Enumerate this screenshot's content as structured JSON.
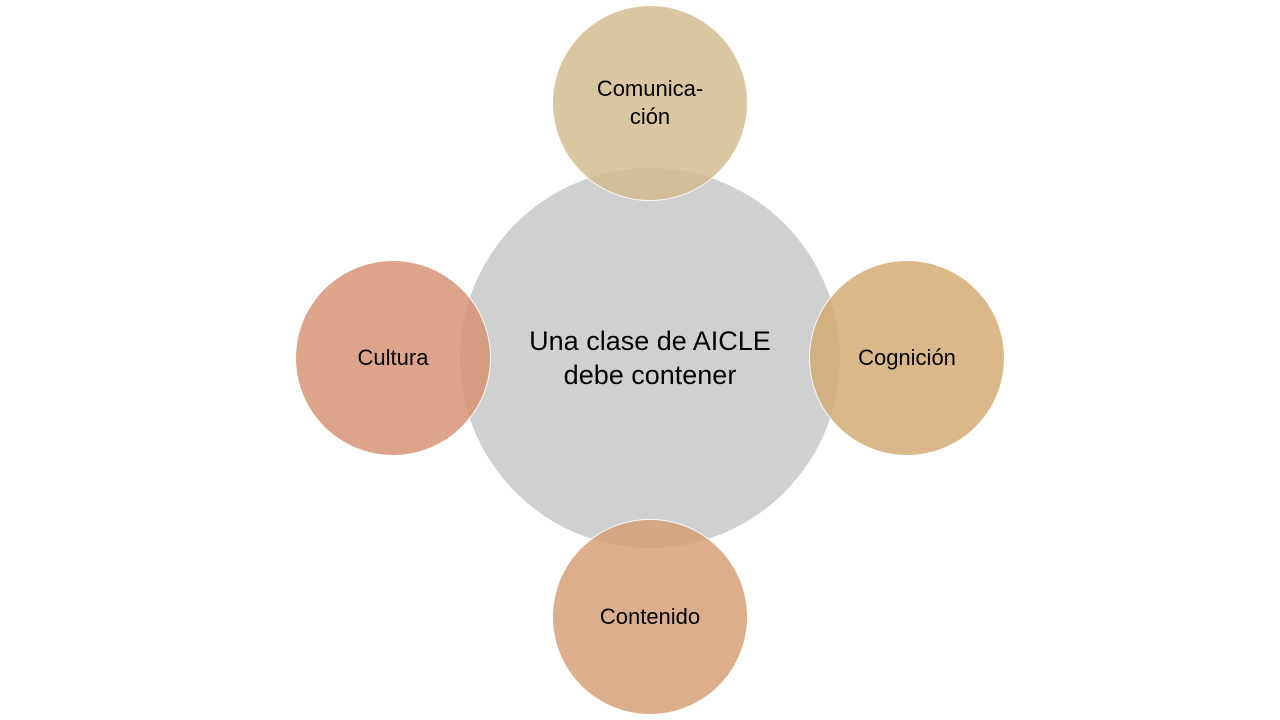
{
  "diagram": {
    "type": "radial-venn",
    "center": {
      "label_lines": [
        "Una clase de AICLE",
        "debe contener"
      ],
      "color": "#d0d0d0"
    },
    "nodes": [
      {
        "position": "top",
        "label_lines": [
          "Comunica-",
          "ción"
        ],
        "color": "#d2bb8c"
      },
      {
        "position": "right",
        "label_lines": [
          "Cognición"
        ],
        "color": "#d2a870"
      },
      {
        "position": "bottom",
        "label_lines": [
          "Contenido"
        ],
        "color": "#d59c73"
      },
      {
        "position": "left",
        "label_lines": [
          "Cultura"
        ],
        "color": "#d69073"
      }
    ]
  }
}
